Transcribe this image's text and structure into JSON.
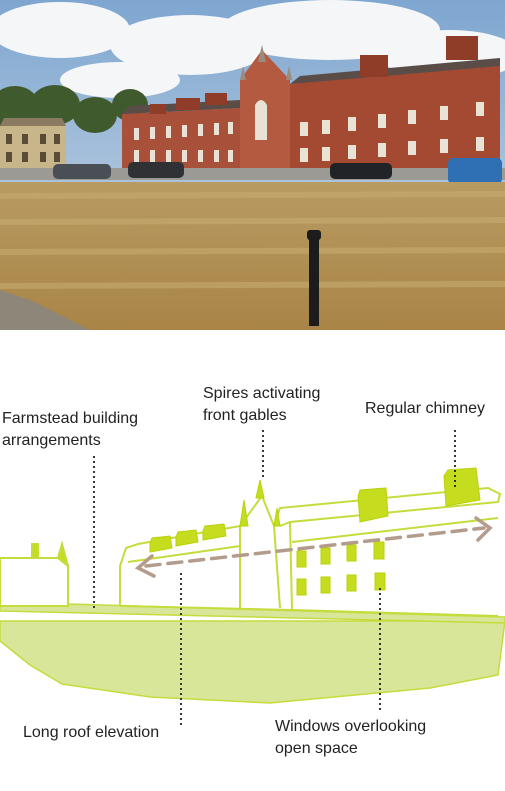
{
  "annotations": {
    "farmstead": {
      "line1": "Farmstead building",
      "line2": "arrangements"
    },
    "spires": {
      "line1": "Spires activating",
      "line2": "front gables"
    },
    "chimney": {
      "line1": "Regular chimney"
    },
    "long_roof": {
      "line1": "Long roof elevation"
    },
    "windows": {
      "line1": "Windows overlooking",
      "line2": "open space"
    }
  },
  "colors": {
    "fill": "#d8e69a",
    "accent": "#c6dc1f",
    "stroke": "#b9d20a",
    "arrow": "#b39c8c",
    "brick": "#a94a34",
    "grass": "#b8955a",
    "sky": "#7fa6cf"
  }
}
